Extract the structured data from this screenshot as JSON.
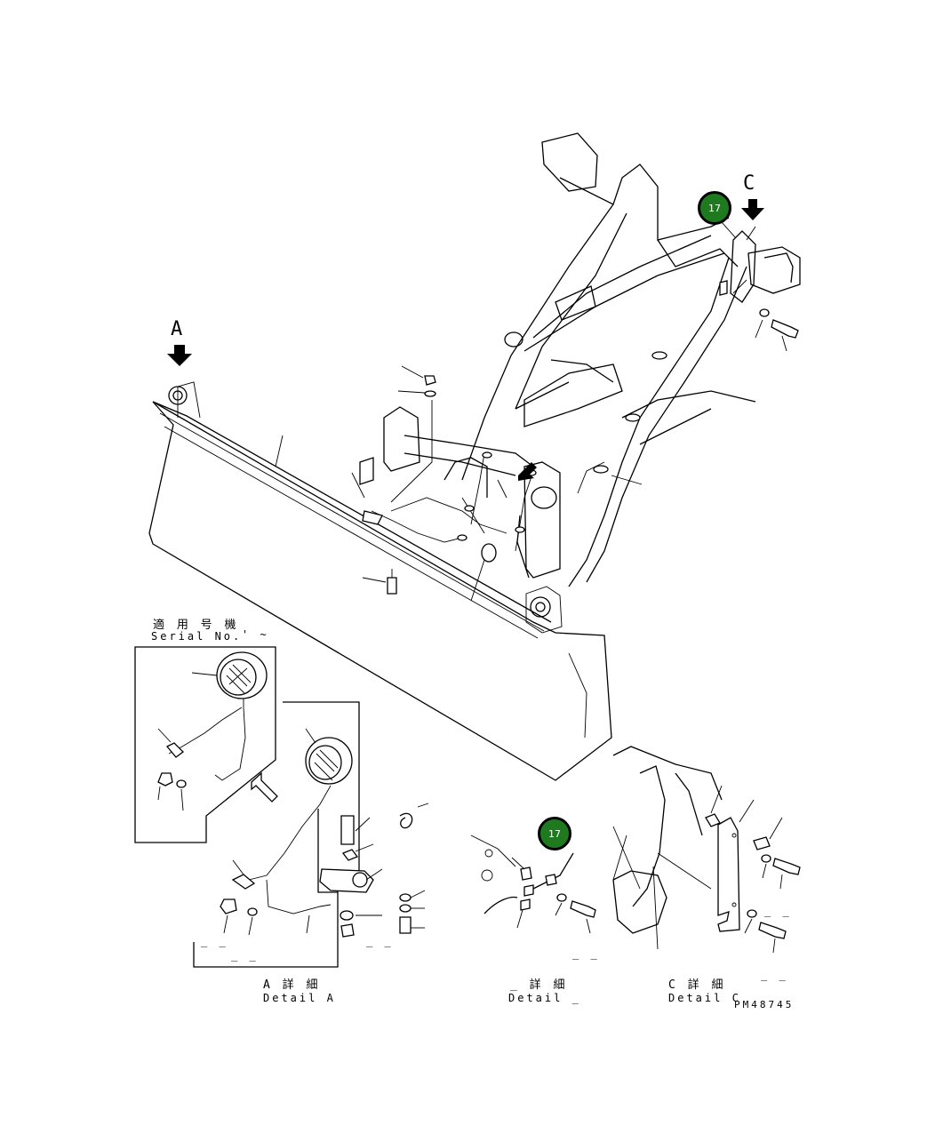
{
  "view_labels": {
    "a": "A",
    "c": "C"
  },
  "callouts": [
    {
      "label": "17"
    },
    {
      "label": "17"
    }
  ],
  "serial": {
    "jp": "適 用 号 機",
    "en": "Serial No.",
    "range": "' ~"
  },
  "details": {
    "a": {
      "jp": "A 詳 細",
      "en": "Detail A"
    },
    "b": {
      "jp": "_ 詳 細",
      "en": "Detail _"
    },
    "c": {
      "jp": "C 詳 細",
      "en": "Detail C"
    }
  },
  "dashes": [
    "_ _",
    "_ _",
    "_ _",
    "_ _",
    "_ _",
    "_ _"
  ],
  "drawing_number": "PM48745"
}
